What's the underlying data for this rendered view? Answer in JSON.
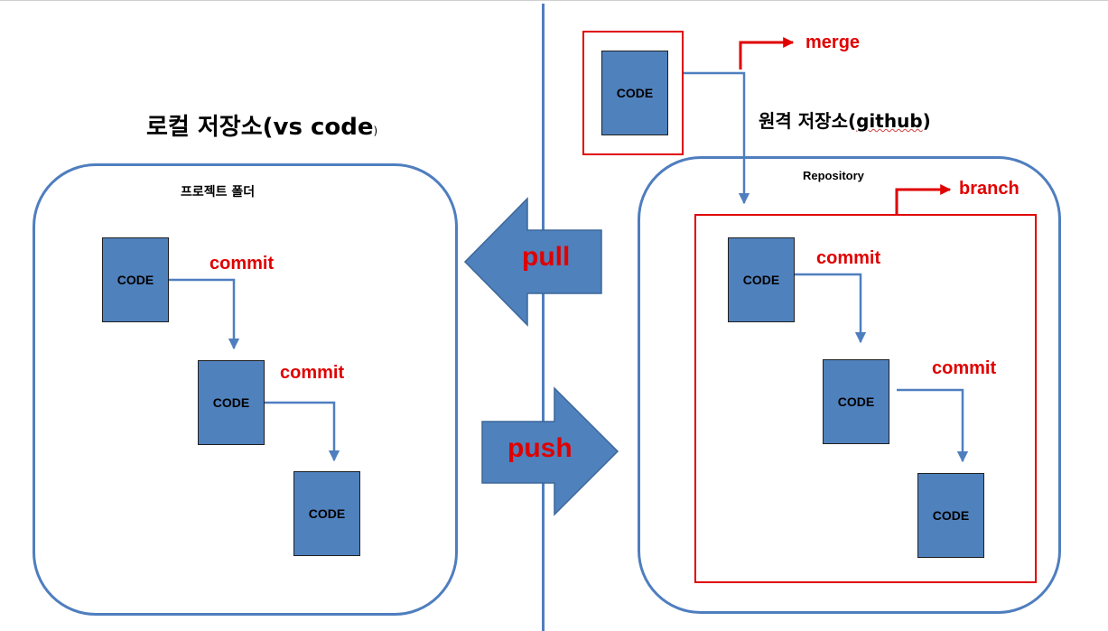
{
  "local": {
    "title_main": "로컬 저장소(vs code",
    "title_close": ")",
    "folder_label": "프로젝트 폴더",
    "codes": [
      "CODE",
      "CODE",
      "CODE"
    ],
    "commits": [
      "commit",
      "commit"
    ]
  },
  "remote": {
    "title_prefix": "원격 저장소(",
    "title_github": "github",
    "title_close": ")",
    "repository_label": "Repository",
    "branch_label": "branch",
    "merge_label": "merge",
    "merge_code": "CODE",
    "codes": [
      "CODE",
      "CODE",
      "CODE"
    ],
    "commits": [
      "commit",
      "commit"
    ]
  },
  "actions": {
    "pull": "pull",
    "push": "push"
  },
  "colors": {
    "box_fill": "#4f81bd",
    "line": "#4f7ebf",
    "accent_red": "#e00000"
  }
}
